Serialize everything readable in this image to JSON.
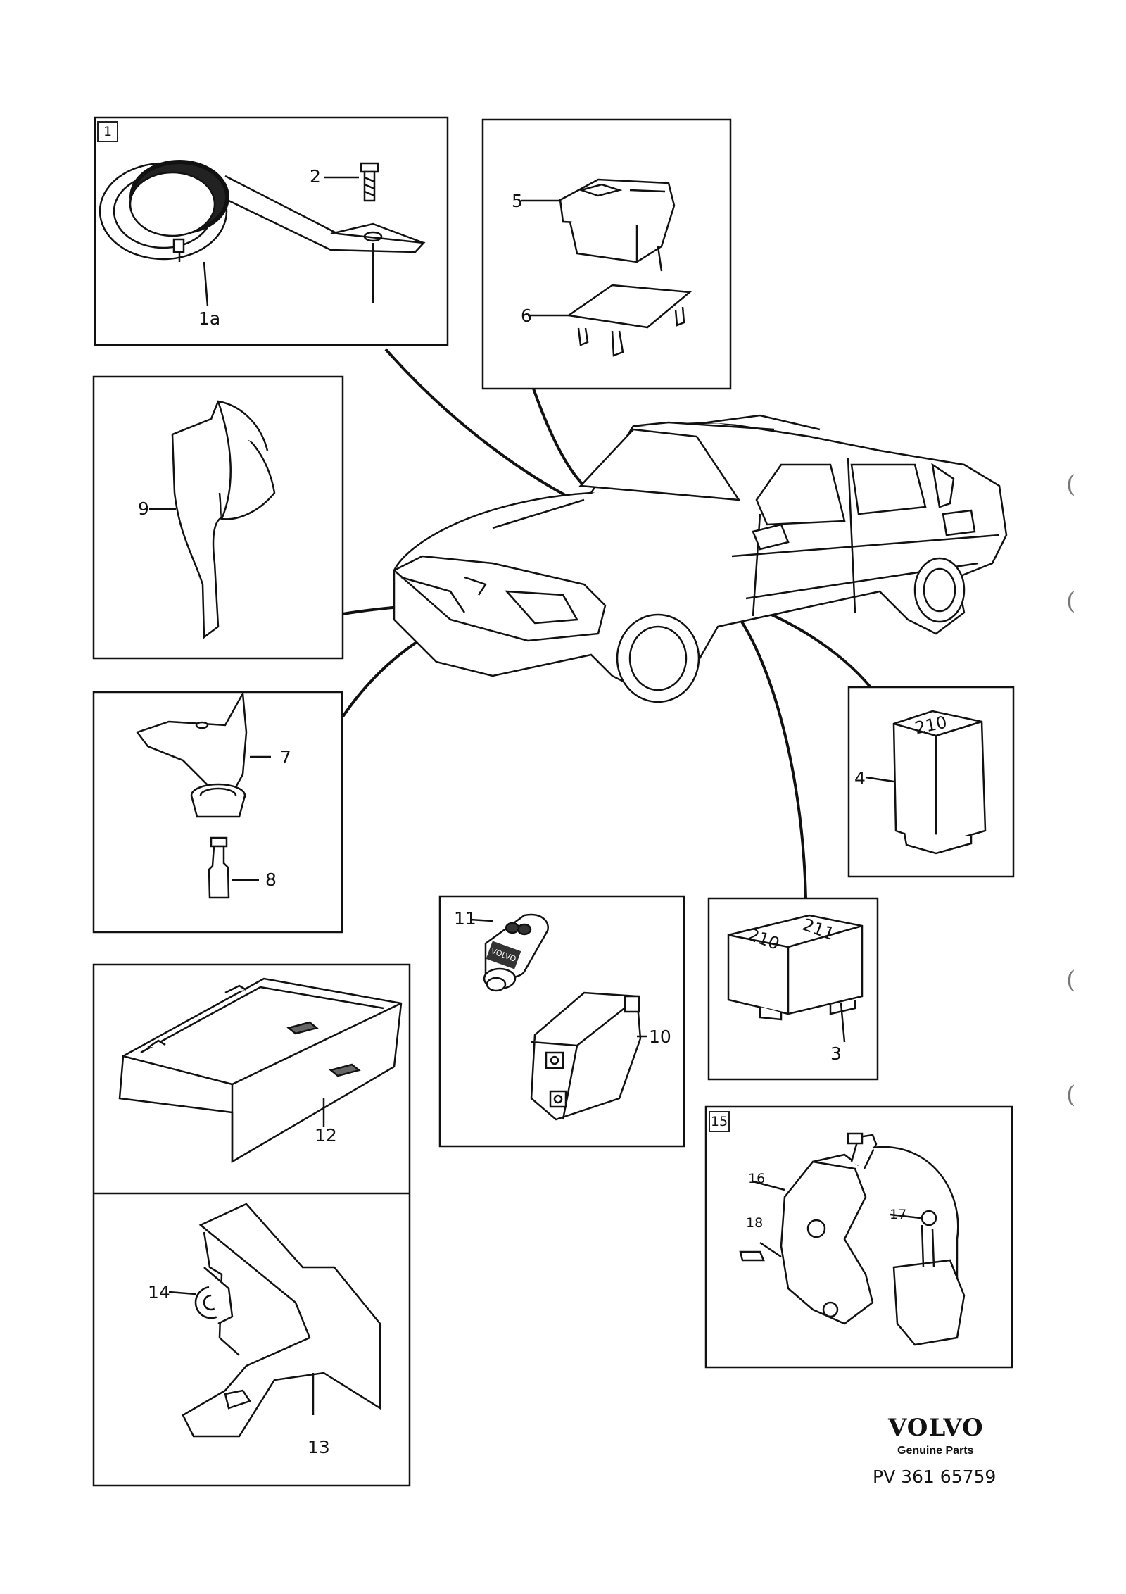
{
  "panel_number_tags": {
    "p1": "1",
    "p15": "15"
  },
  "callouts": {
    "c1a": "1a",
    "c2": "2",
    "c3": "3",
    "c4": "4",
    "c5": "5",
    "c6": "6",
    "c7": "7",
    "c8": "8",
    "c9": "9",
    "c10": "10",
    "c11": "11",
    "c12": "12",
    "c13": "13",
    "c14": "14",
    "c16": "16",
    "c17": "17",
    "c18": "18"
  },
  "part_markings": {
    "relay4": "210",
    "relay3_left": "210",
    "relay3_right": "211",
    "fob_logo": "VOLVO"
  },
  "footer": {
    "brand": "VOLVO",
    "tagline": "Genuine Parts",
    "doc_number": "PV 361 65759"
  },
  "colors": {
    "ink": "#111111",
    "paper": "#ffffff",
    "shade": "#555555"
  }
}
